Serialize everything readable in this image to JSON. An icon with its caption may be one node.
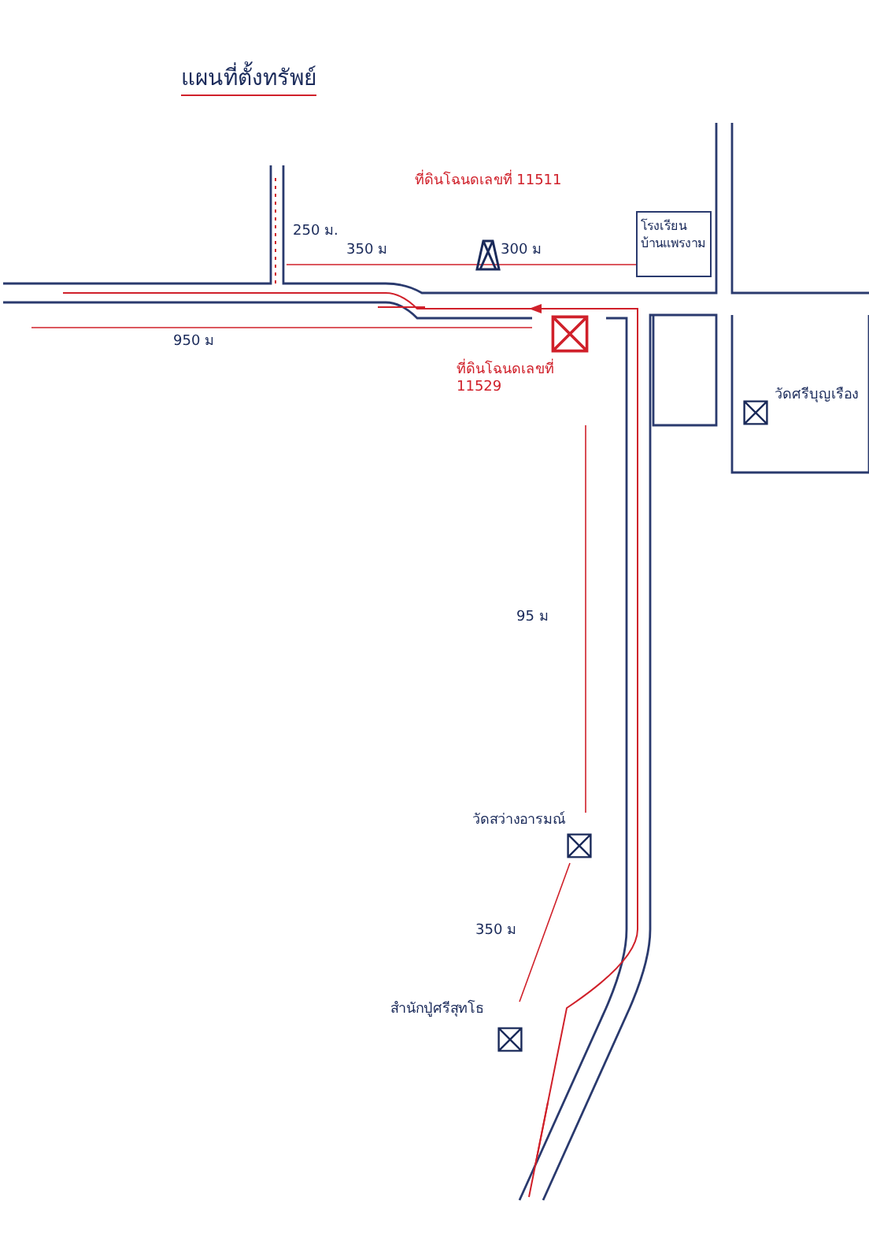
{
  "diagram": {
    "title": "แผนที่ตั้งทรัพย์",
    "nodes": [
      {
        "text": [
          "ที่ดินโฉนดเลขที่ 11511"
        ]
      },
      {
        "text": [
          "ที่ดินโฉนดเลขที่ 11529"
        ]
      },
      {
        "text": [
          "โรงเรียนบ้านแพรงาม"
        ]
      },
      {
        "text": [
          "วัดศรีบุญเรือง"
        ]
      },
      {
        "text": [
          "วัดสว่างอารมณ์"
        ]
      },
      {
        "text": [
          "สำนักปู่ศรีสุทโธ"
        ]
      }
    ],
    "edges": [
      {
        "from": 1,
        "to": 4,
        "arrow": "none",
        "label": "95 ม"
      },
      {
        "from": 4,
        "to": 5,
        "arrow": "none",
        "label": "350 ม"
      }
    ],
    "labels": [
      "250 ม.",
      "350 ม",
      "300 ม",
      "950 ม"
    ]
  }
}
